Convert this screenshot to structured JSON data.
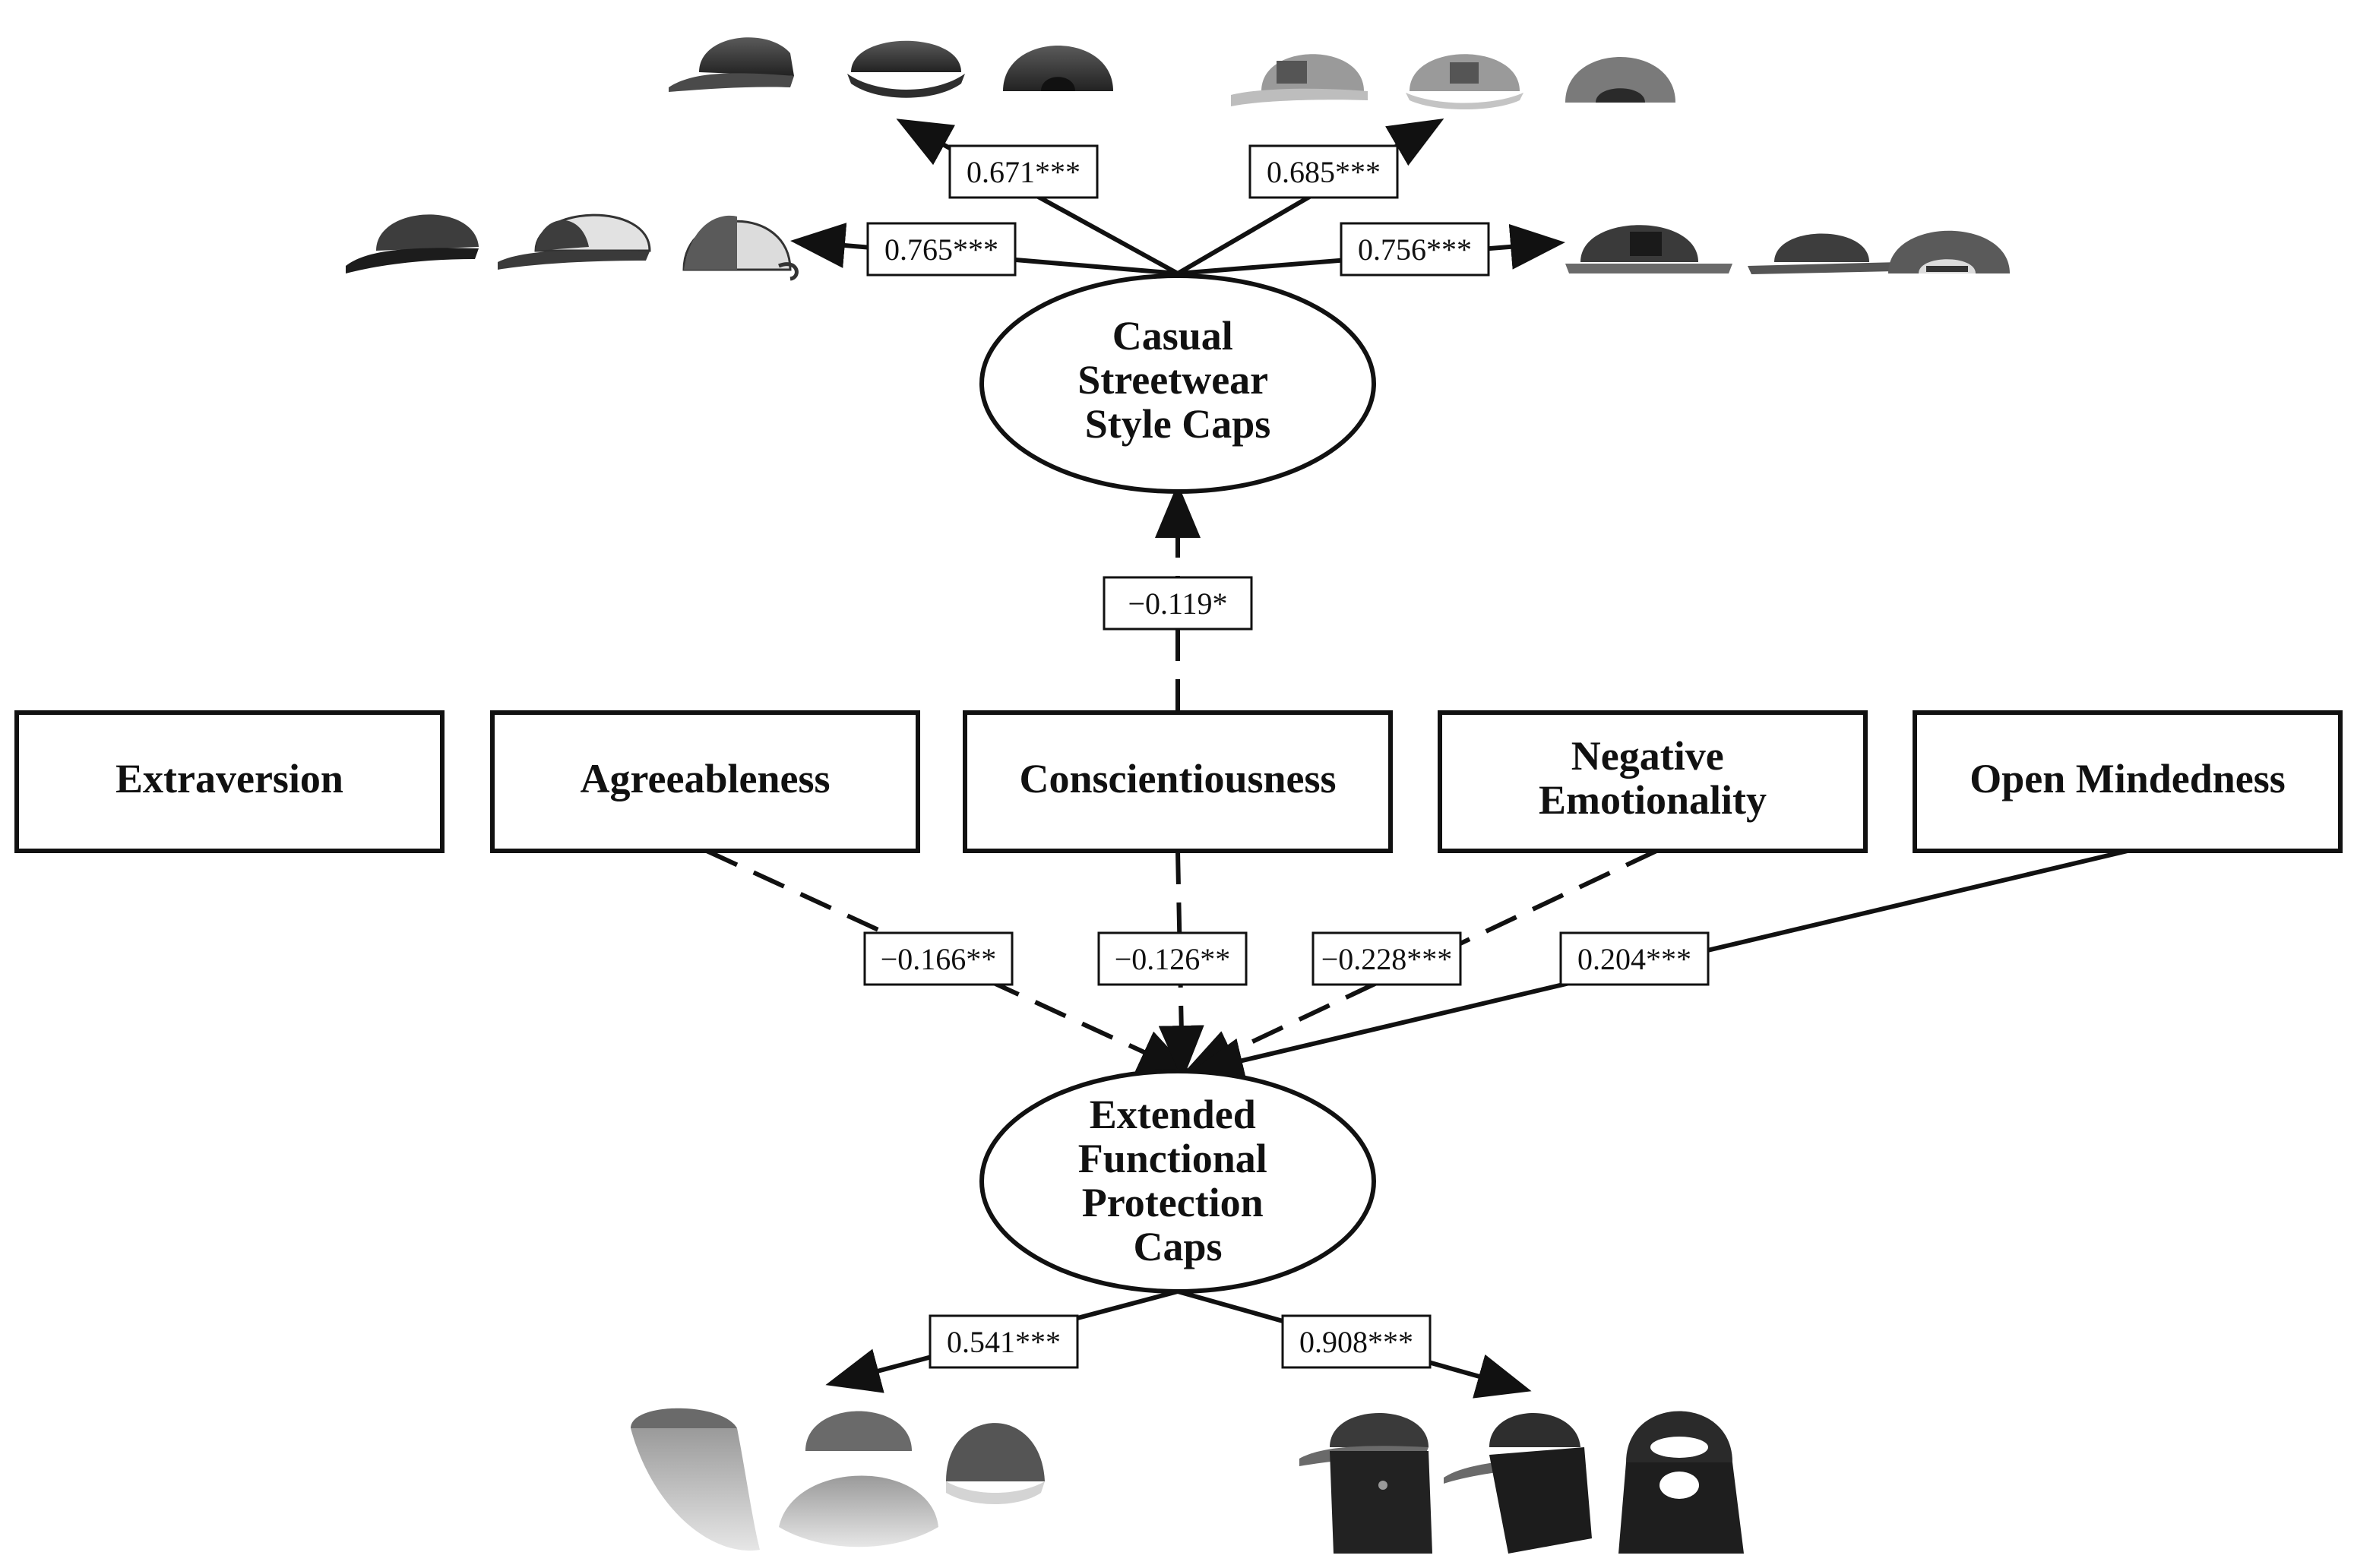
{
  "latents": {
    "casual": {
      "lines": [
        "Casual",
        "Streetwear",
        "Style Caps"
      ]
    },
    "extended": {
      "lines": [
        "Extended",
        "Functional",
        "Protection",
        "Caps"
      ]
    }
  },
  "traits": [
    {
      "id": "extraversion",
      "lines": [
        "Extraversion"
      ]
    },
    {
      "id": "agreeableness",
      "lines": [
        "Agreeableness"
      ]
    },
    {
      "id": "conscientiousness",
      "lines": [
        "Conscientiousness"
      ]
    },
    {
      "id": "negative-emotionality",
      "lines": [
        "Negative",
        "Emotionality"
      ]
    },
    {
      "id": "open-mindedness",
      "lines": [
        "Open Mindedness"
      ]
    }
  ],
  "loadings": {
    "casual_upper_left": "0.671***",
    "casual_upper_right": "0.685***",
    "casual_left": "0.765***",
    "casual_right": "0.756***",
    "extended_left": "0.541***",
    "extended_right": "0.908***"
  },
  "paths": {
    "conscientiousness_to_casual": "−0.119*",
    "agreeableness_to_extended": "−0.166**",
    "conscientiousness_to_extended": "−0.126**",
    "negative_emotionality_to_extended": "−0.228***",
    "open_mindedness_to_extended": "0.204***"
  },
  "path_styles": {
    "significant_positive": "solid",
    "significant_negative": "dashed"
  },
  "colors": {
    "ink": "#111111",
    "cap_dark": "#3a3a3a",
    "cap_mid": "#6b6b6b",
    "cap_light": "#a8a8a8"
  },
  "icons": {
    "cap_groups": [
      "dad-cap-icon",
      "five-panel-cap-icon",
      "trucker-cap-icon",
      "snapback-cap-icon",
      "wide-visor-cap-icon",
      "neck-flap-cap-icon"
    ]
  }
}
